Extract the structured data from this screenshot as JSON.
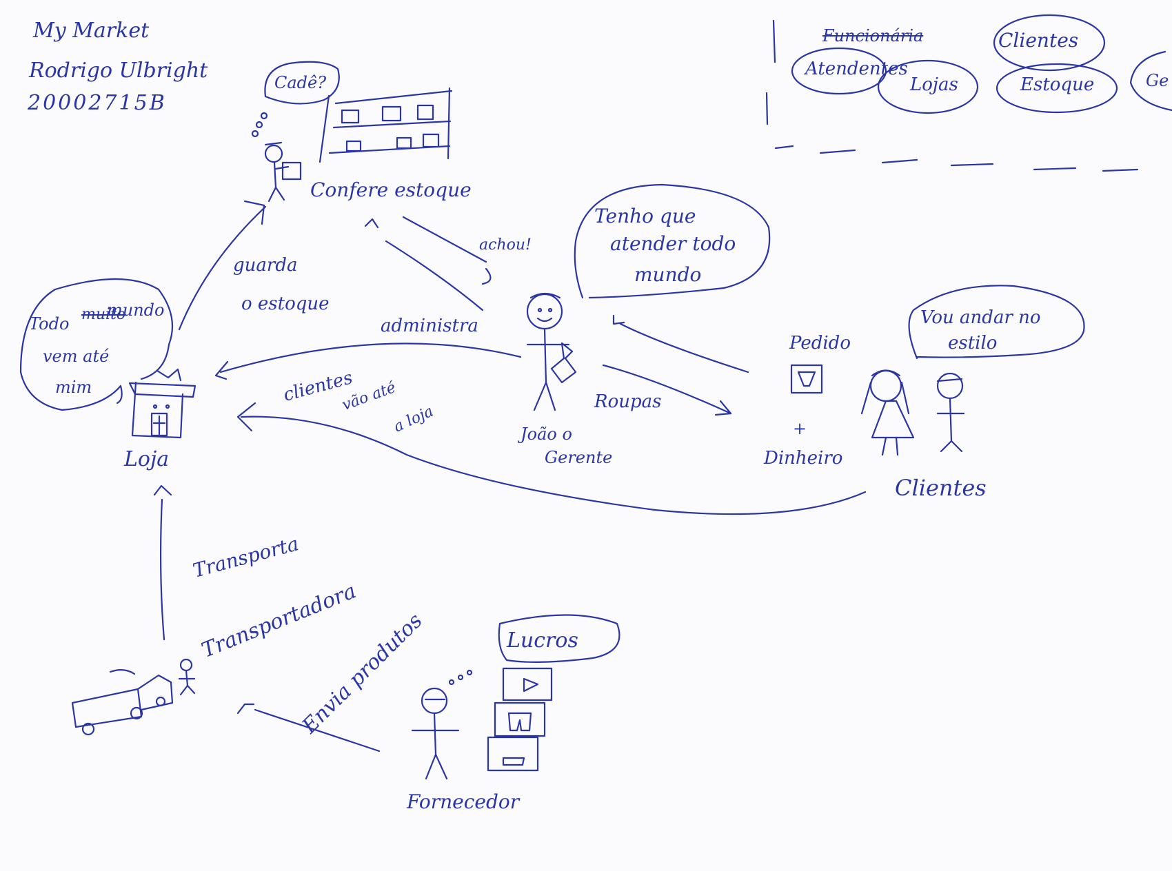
{
  "author": {
    "project": "My Market",
    "name": "Rodrigo Ulbright",
    "id": "20002715B"
  },
  "legend": {
    "struck_item": "Funcionária",
    "items": [
      "Clientes",
      "Atendentes",
      "Lojas",
      "Estoque",
      "Ge"
    ]
  },
  "stock_scene": {
    "thought": "Cadê?",
    "caption": "Confere estoque"
  },
  "shop": {
    "thought_line1": "Todo",
    "thought_struck": "muito",
    "thought_line2": "mundo",
    "thought_line3": "vem até",
    "thought_line4": "mim",
    "label": "Loja"
  },
  "manager": {
    "speech_line1": "Tenho que",
    "speech_line2": "atender todo",
    "speech_line3": "mundo",
    "label_line1": "João o",
    "label_line2": "Gerente"
  },
  "clients": {
    "speech_line1": "Vou andar no",
    "speech_line2": "estilo",
    "order_label": "Pedido",
    "plus": "+",
    "money_label": "Dinheiro",
    "label": "Clientes"
  },
  "supplier": {
    "thought": "Lucros",
    "label": "Fornecedor",
    "ellipsis": "ooo"
  },
  "carrier": {
    "label": "Transportadora"
  },
  "edges": {
    "guarda_1": "guarda",
    "guarda_2": "o estoque",
    "achou": "achou!",
    "administra": "administra",
    "clientes_1": "clientes",
    "clientes_2": "vão até",
    "clientes_3": "a loja",
    "roupas": "Roupas",
    "transporta": "Transporta",
    "envia": "Envia produtos"
  }
}
